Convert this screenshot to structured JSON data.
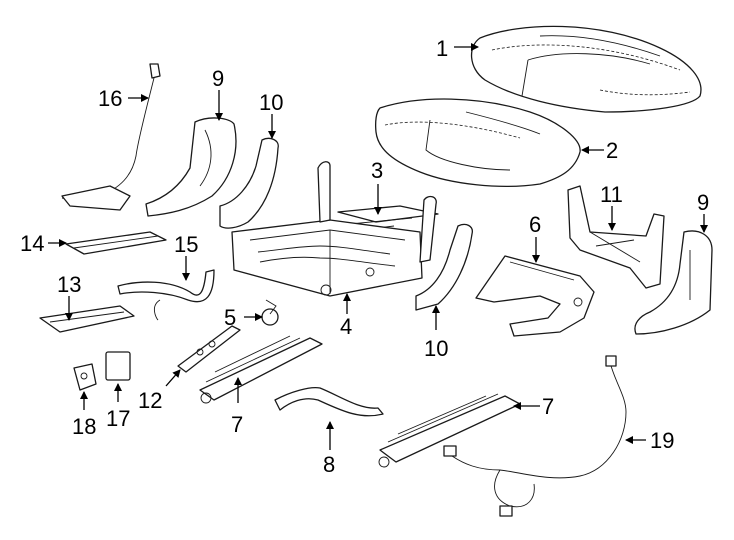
{
  "callouts": [
    {
      "id": "1",
      "text": "1"
    },
    {
      "id": "2",
      "text": "2"
    },
    {
      "id": "3",
      "text": "3"
    },
    {
      "id": "4",
      "text": "4"
    },
    {
      "id": "5",
      "text": "5"
    },
    {
      "id": "6",
      "text": "6"
    },
    {
      "id": "7a",
      "text": "7"
    },
    {
      "id": "7b",
      "text": "7"
    },
    {
      "id": "8",
      "text": "8"
    },
    {
      "id": "9a",
      "text": "9"
    },
    {
      "id": "9b",
      "text": "9"
    },
    {
      "id": "10a",
      "text": "10"
    },
    {
      "id": "10b",
      "text": "10"
    },
    {
      "id": "11",
      "text": "11"
    },
    {
      "id": "12",
      "text": "12"
    },
    {
      "id": "13",
      "text": "13"
    },
    {
      "id": "14",
      "text": "14"
    },
    {
      "id": "15",
      "text": "15"
    },
    {
      "id": "16",
      "text": "16"
    },
    {
      "id": "17",
      "text": "17"
    },
    {
      "id": "18",
      "text": "18"
    },
    {
      "id": "19",
      "text": "19"
    }
  ]
}
